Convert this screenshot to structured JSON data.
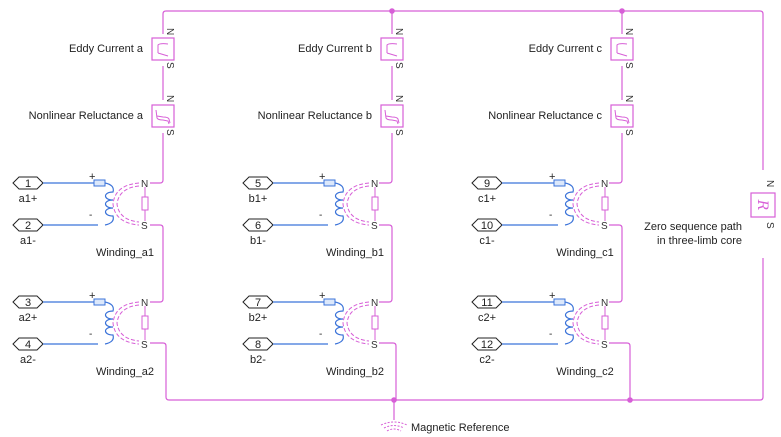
{
  "diagram": {
    "colors": {
      "magnetic": "#d75fd7",
      "electrical": "#3b73d9",
      "text": "#222222",
      "block_fill": "#ffffff"
    },
    "eddy_current_blocks": [
      {
        "label": "Eddy Current a",
        "icon": "eddy-current-icon"
      },
      {
        "label": "Eddy Current b",
        "icon": "eddy-current-icon"
      },
      {
        "label": "Eddy Current c",
        "icon": "eddy-current-icon"
      }
    ],
    "reluctance_blocks": [
      {
        "label": "Nonlinear Reluctance a",
        "icon": "hysteresis-curve-icon"
      },
      {
        "label": "Nonlinear Reluctance b",
        "icon": "hysteresis-curve-icon"
      },
      {
        "label": "Nonlinear Reluctance c",
        "icon": "hysteresis-curve-icon"
      }
    ],
    "zero_sequence": {
      "label_line1": "Zero sequence path",
      "label_line2": "in three-limb core",
      "icon": "reluctance-R-icon"
    },
    "windings": [
      {
        "label": "Winding_a1",
        "plus_port": "1",
        "minus_port": "2",
        "plus_label": "a1+",
        "minus_label": "a1-"
      },
      {
        "label": "Winding_a2",
        "plus_port": "3",
        "minus_port": "4",
        "plus_label": "a2+",
        "minus_label": "a2-"
      },
      {
        "label": "Winding_b1",
        "plus_port": "5",
        "minus_port": "6",
        "plus_label": "b1+",
        "minus_label": "b1-"
      },
      {
        "label": "Winding_b2",
        "plus_port": "7",
        "minus_port": "8",
        "plus_label": "b2+",
        "minus_label": "b2-"
      },
      {
        "label": "Winding_c1",
        "plus_port": "9",
        "minus_port": "10",
        "plus_label": "c1+",
        "minus_label": "c1-"
      },
      {
        "label": "Winding_c2",
        "plus_port": "11",
        "minus_port": "12",
        "plus_label": "c2+",
        "minus_label": "c2-"
      }
    ],
    "port_labels": {
      "north": "N",
      "south": "S",
      "plus": "+",
      "minus": "-"
    },
    "magnetic_reference": {
      "label": "Magnetic Reference",
      "icon": "magnetic-reference-icon"
    }
  }
}
